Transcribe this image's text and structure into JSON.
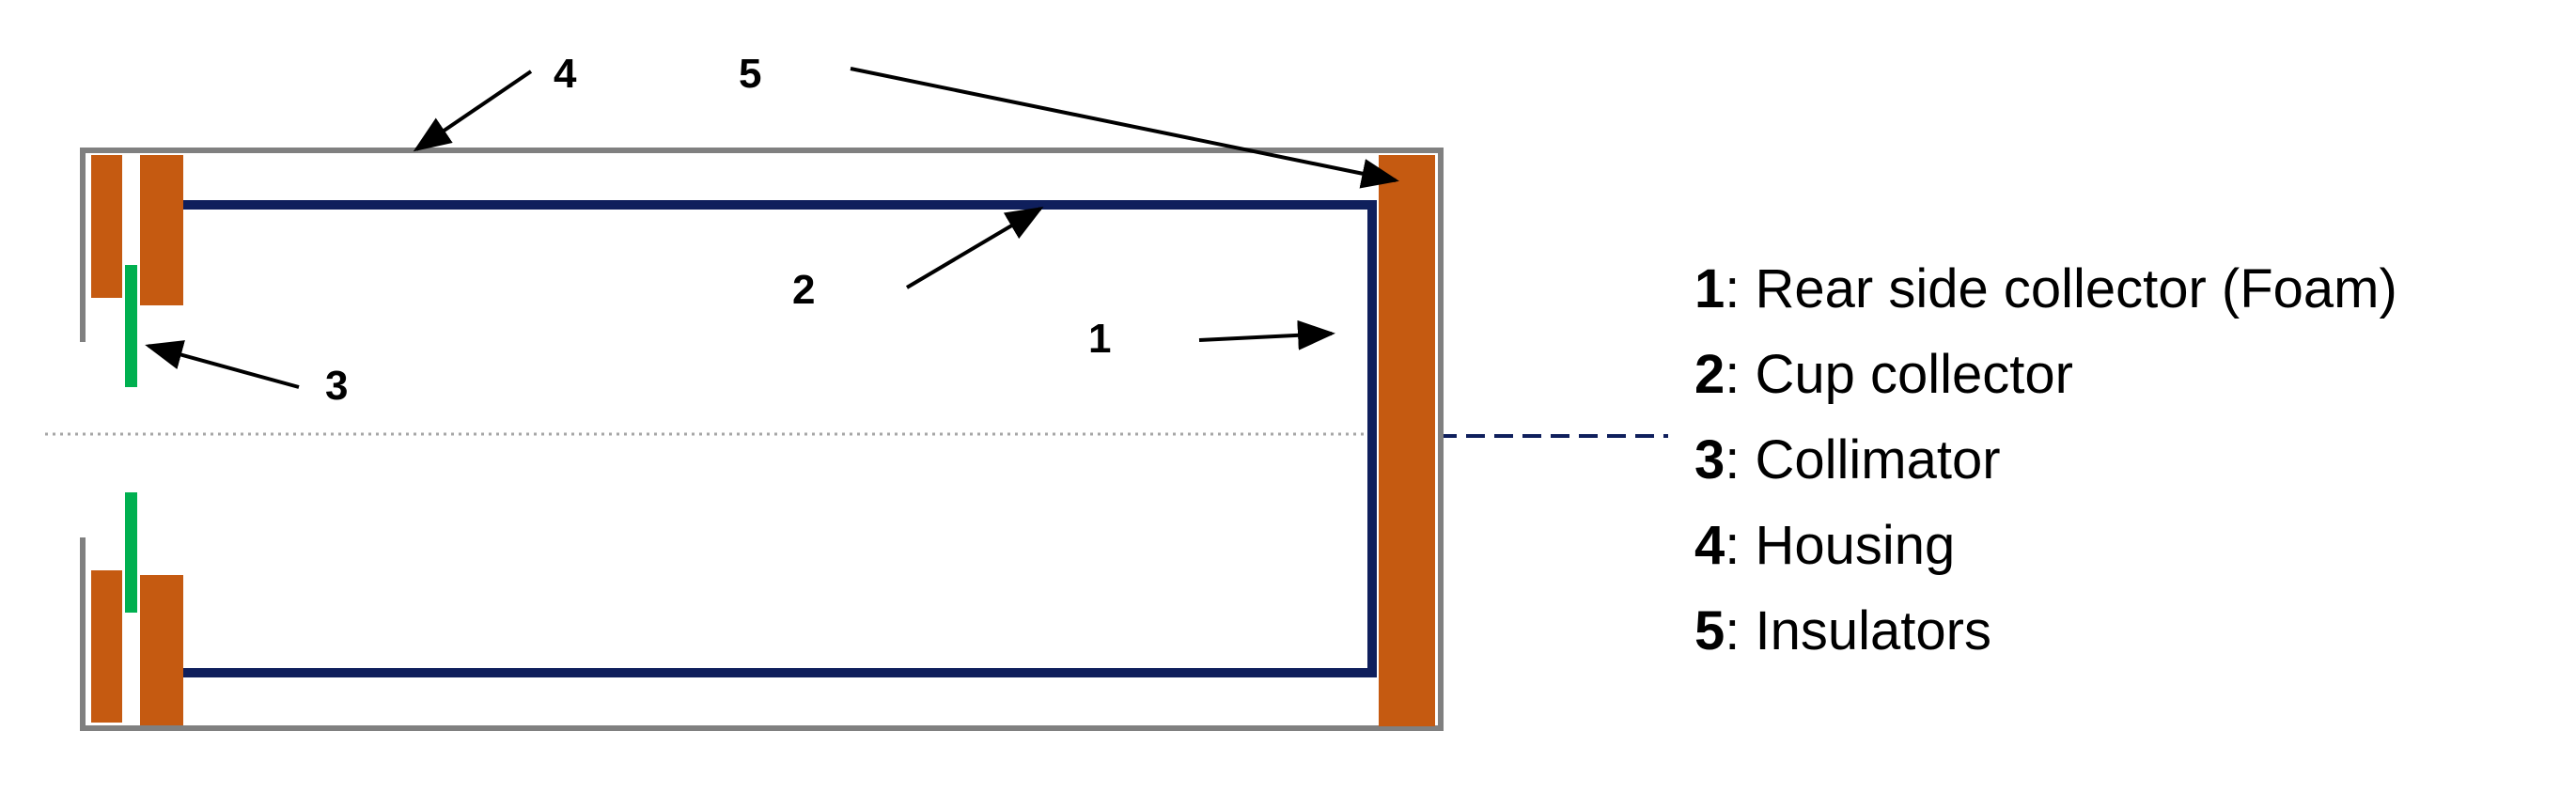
{
  "callouts": {
    "c1": "1",
    "c2": "2",
    "c3": "3",
    "c4": "4",
    "c5": "5"
  },
  "legend": [
    {
      "number": "1",
      "label": ": Rear side collector (Foam)"
    },
    {
      "number": "2",
      "label": ": Cup collector"
    },
    {
      "number": "3",
      "label": ": Collimator"
    },
    {
      "number": "4",
      "label": ": Housing"
    },
    {
      "number": "5",
      "label": ": Insulators"
    }
  ],
  "colors": {
    "housing": "#808080",
    "insulator": "#c55a11",
    "cup_collector": "#0f1f5c",
    "collimator": "#00b050",
    "arrow": "#000000",
    "axis_line": "#a6a6a6"
  }
}
